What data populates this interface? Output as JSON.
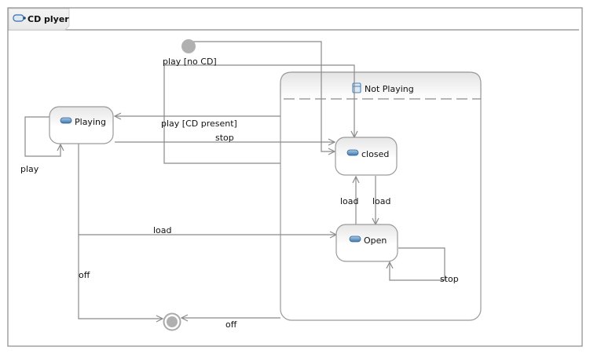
{
  "diagram": {
    "title": "CD plyer",
    "title_icon": "state-machine-icon",
    "colors": {
      "line": "#8a8a8a",
      "state_border": "#9a9a9a",
      "pseudo_state": "#b0b0b0",
      "icon_blue": "#5b8fc0"
    },
    "composite_state": {
      "name": "Not Playing",
      "icon": "composite-state-icon"
    },
    "states": [
      {
        "id": "playing",
        "name": "Playing",
        "icon": "state-icon"
      },
      {
        "id": "closed",
        "name": "closed",
        "icon": "state-icon"
      },
      {
        "id": "open",
        "name": "Open",
        "icon": "state-icon"
      }
    ],
    "pseudo_states": [
      {
        "id": "initial",
        "kind": "initial"
      },
      {
        "id": "final",
        "kind": "final"
      }
    ],
    "transitions": [
      {
        "from": "initial",
        "to": "closed",
        "label": ""
      },
      {
        "from": "not-playing",
        "to": "closed",
        "label": "play [no CD]"
      },
      {
        "from": "not-playing",
        "to": "playing",
        "label": "play [CD present]"
      },
      {
        "from": "playing",
        "to": "closed",
        "label": "stop"
      },
      {
        "from": "playing",
        "to": "playing",
        "label": "play"
      },
      {
        "from": "open",
        "to": "closed",
        "label": "load"
      },
      {
        "from": "closed",
        "to": "open",
        "label": "load"
      },
      {
        "from": "playing",
        "to": "open",
        "label": "load"
      },
      {
        "from": "open",
        "to": "open",
        "label": "stop"
      },
      {
        "from": "playing",
        "to": "final",
        "label": "off"
      },
      {
        "from": "not-playing",
        "to": "final",
        "label": "off"
      }
    ]
  }
}
